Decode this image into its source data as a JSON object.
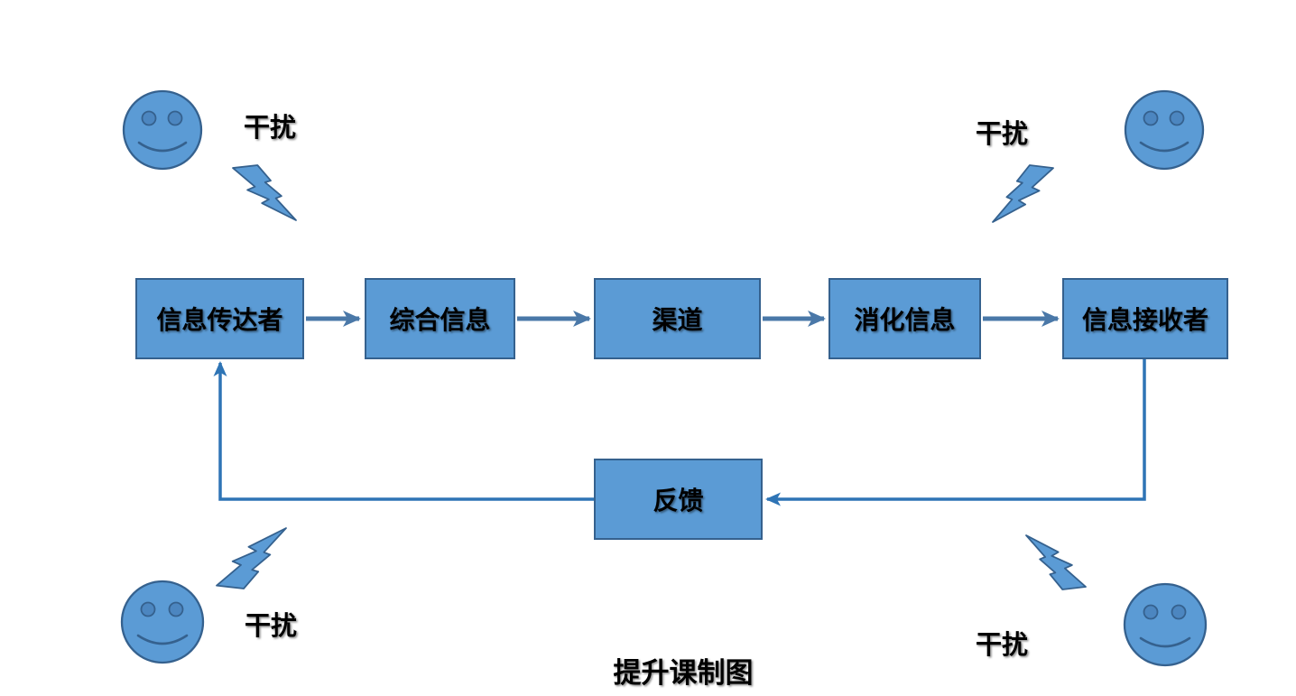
{
  "title": {
    "text": "提升课制图"
  },
  "flow_boxes": [
    {
      "label": "信息传达者"
    },
    {
      "label": "综合信息"
    },
    {
      "label": "渠道"
    },
    {
      "label": "消化信息"
    },
    {
      "label": "信息接收者"
    }
  ],
  "feedback_box": {
    "label": "反馈"
  },
  "interference_labels": [
    {
      "position": "top-left",
      "label": "干扰"
    },
    {
      "position": "top-right",
      "label": "干扰"
    },
    {
      "position": "bottom-left",
      "label": "干扰"
    },
    {
      "position": "bottom-right",
      "label": "干扰"
    }
  ],
  "icons": {
    "smiley": "smiley-face-icon",
    "lightning": "lightning-bolt-icon"
  },
  "colors": {
    "background": "#FFFFFF",
    "shape-fill": "#5B9BD5",
    "shape-border": "#35618E",
    "smiley-eye": "#4C86C0",
    "connector-line": "#4A78A8",
    "feedback-line": "#2E74B5",
    "label-text": "#000000"
  }
}
